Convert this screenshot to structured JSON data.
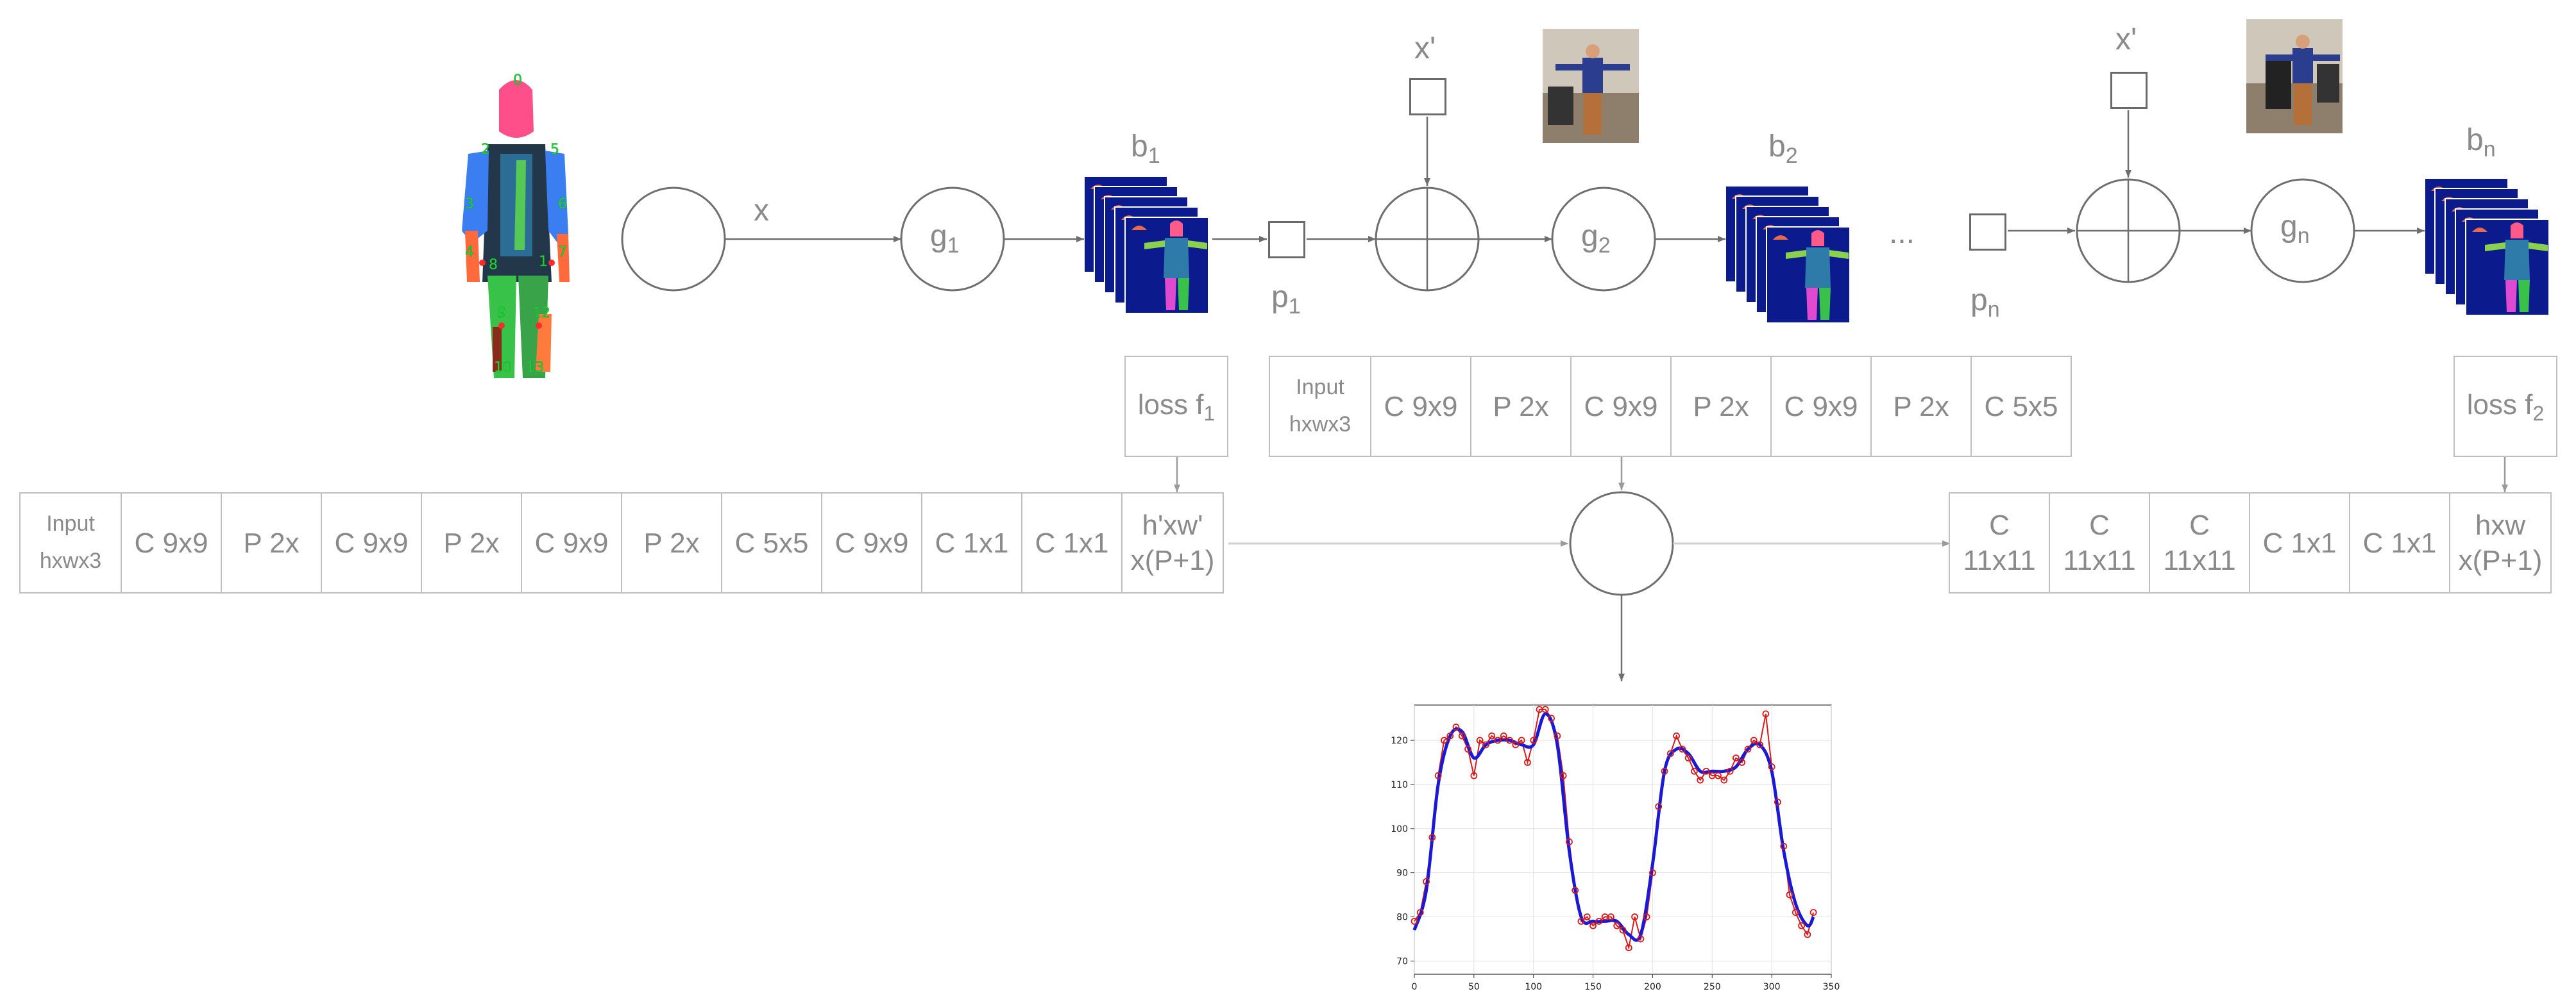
{
  "labels": {
    "x": "x",
    "x_prime_1": "x'",
    "x_prime_2": "x'",
    "g1": "g",
    "g1_sub": "1",
    "g2": "g",
    "g2_sub": "2",
    "gn": "g",
    "gn_sub": "n",
    "b1": "b",
    "b1_sub": "1",
    "b2": "b",
    "b2_sub": "2",
    "bn": "b",
    "bn_sub": "n",
    "p1": "p",
    "p1_sub": "1",
    "pn": "p",
    "pn_sub": "n",
    "ellipsis": "...",
    "loss1": "loss f",
    "loss1_sub": "1",
    "loss2": "loss f",
    "loss2_sub": "2"
  },
  "left_strip": [
    {
      "text": "Input\nhxwx3",
      "kind": "input"
    },
    {
      "text": "C 9x9"
    },
    {
      "text": "P 2x"
    },
    {
      "text": "C 9x9"
    },
    {
      "text": "P 2x"
    },
    {
      "text": "C 9x9"
    },
    {
      "text": "P 2x"
    },
    {
      "text": "C 5x5"
    },
    {
      "text": "C 9x9"
    },
    {
      "text": "C 1x1"
    },
    {
      "text": "C 1x1"
    },
    {
      "text": "h'xw'\nx(P+1)"
    }
  ],
  "middle_strip": [
    {
      "text": "Input\nhxwx3",
      "kind": "input"
    },
    {
      "text": "C 9x9"
    },
    {
      "text": "P 2x"
    },
    {
      "text": "C 9x9"
    },
    {
      "text": "P 2x"
    },
    {
      "text": "C 9x9"
    },
    {
      "text": "P 2x"
    },
    {
      "text": "C 5x5"
    }
  ],
  "right_strip": [
    {
      "text": "C\n11x11"
    },
    {
      "text": "C\n11x11"
    },
    {
      "text": "C\n11x11"
    },
    {
      "text": "C 1x1"
    },
    {
      "text": "C 1x1"
    },
    {
      "text": "hxw\nx(P+1)"
    }
  ],
  "body_keypoint_labels": [
    "0",
    "2",
    "5",
    "3",
    "6",
    "4",
    "7",
    "8",
    "1",
    "9",
    "12",
    "10",
    "13"
  ],
  "colors": {
    "line": "#6e6e6e",
    "strip_border": "#bfbfbf",
    "heatmap_bg": "#0b1a8c",
    "fit_line": "#1a1ad6",
    "samples": "#d61a1a"
  },
  "chart_data": {
    "type": "line",
    "xlim": [
      0,
      350
    ],
    "ylim": [
      67,
      128
    ],
    "xticks": [
      0,
      50,
      100,
      150,
      200,
      250,
      300,
      350
    ],
    "yticks": [
      70,
      80,
      90,
      100,
      110,
      120
    ],
    "grid": true,
    "series": [
      {
        "style": "smooth",
        "x": [
          0,
          10,
          20,
          30,
          40,
          50,
          60,
          70,
          80,
          90,
          100,
          110,
          120,
          130,
          140,
          150,
          160,
          170,
          180,
          190,
          200,
          210,
          220,
          230,
          240,
          250,
          260,
          270,
          280,
          290,
          300,
          310,
          320,
          330,
          335
        ],
        "y": [
          77,
          86,
          110,
          121,
          122,
          116,
          119,
          120,
          120,
          119,
          119,
          126,
          119,
          95,
          80,
          79,
          79,
          79,
          76,
          76,
          92,
          113,
          118,
          117,
          113,
          113,
          113,
          114,
          118,
          119,
          113,
          95,
          83,
          78,
          80
        ]
      },
      {
        "style": "samples",
        "x": [
          0,
          5,
          10,
          15,
          20,
          25,
          30,
          35,
          40,
          45,
          50,
          55,
          60,
          65,
          70,
          75,
          80,
          85,
          90,
          95,
          100,
          105,
          110,
          115,
          120,
          125,
          130,
          135,
          140,
          145,
          150,
          155,
          160,
          165,
          170,
          175,
          180,
          185,
          190,
          195,
          200,
          205,
          210,
          215,
          220,
          225,
          230,
          235,
          240,
          245,
          250,
          255,
          260,
          265,
          270,
          275,
          280,
          285,
          290,
          295,
          300,
          305,
          310,
          315,
          320,
          325,
          330,
          335
        ],
        "y": [
          79,
          81,
          88,
          98,
          112,
          120,
          121,
          123,
          121,
          118,
          112,
          120,
          119,
          121,
          120,
          121,
          120,
          119,
          120,
          115,
          120,
          127,
          127,
          125,
          121,
          112,
          97,
          86,
          79,
          80,
          78,
          79,
          80,
          80,
          78,
          77,
          73,
          80,
          75,
          80,
          90,
          105,
          113,
          117,
          121,
          118,
          116,
          113,
          111,
          113,
          112,
          112,
          111,
          113,
          116,
          115,
          118,
          120,
          119,
          126,
          114,
          106,
          96,
          85,
          81,
          78,
          76,
          81
        ]
      }
    ]
  }
}
